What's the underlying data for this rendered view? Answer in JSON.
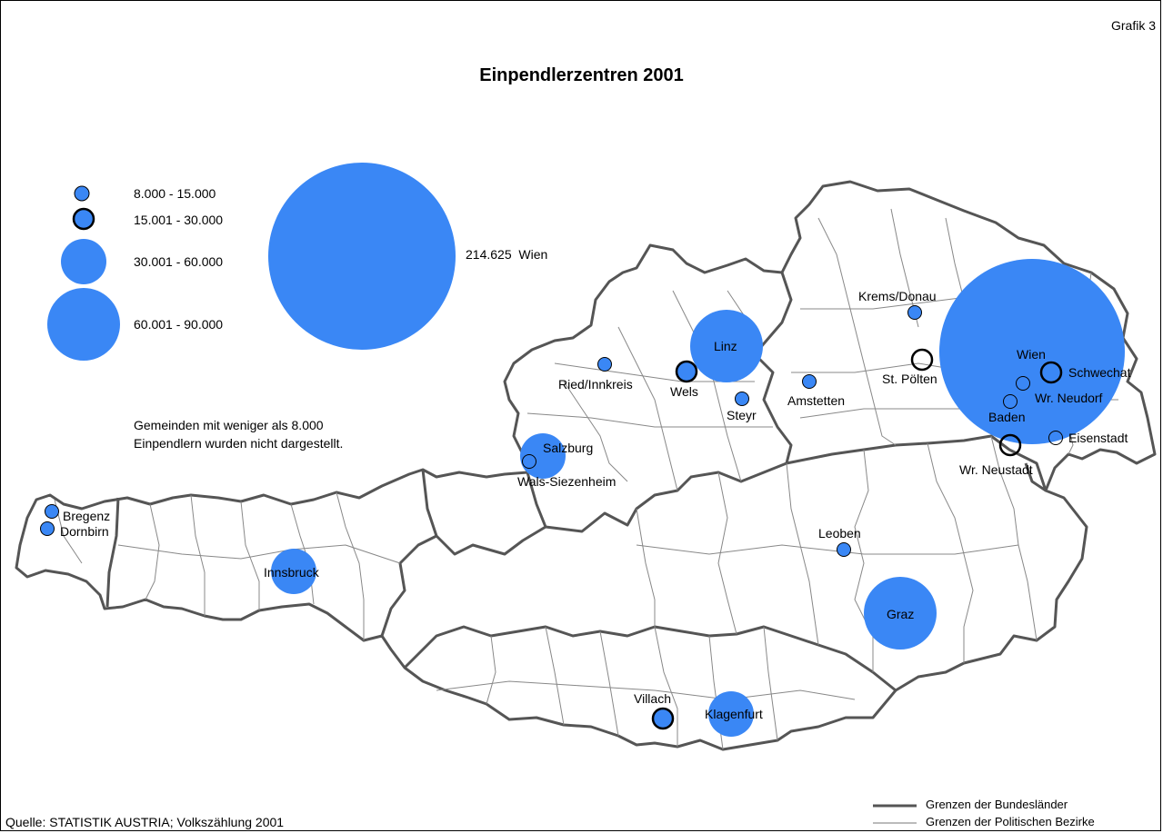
{
  "header": {
    "grafik_label": "Grafik 3",
    "title": "Einpendlerzentren 2001"
  },
  "legend": {
    "classes": [
      {
        "label": "8.000 - 15.000",
        "symbol": "small-circle"
      },
      {
        "label": "15.001 - 30.000",
        "symbol": "small-circle-thick-outline"
      },
      {
        "label": "30.001 - 60.000",
        "symbol": "medium-circle"
      },
      {
        "label": "60.001 - 90.000",
        "symbol": "large-circle"
      }
    ],
    "wien_label": "214.625  Wien",
    "note_line1": "Gemeinden mit weniger als 8.000",
    "note_line2": "Einpendlern wurden nicht dargestellt."
  },
  "boundaries_legend": {
    "bundeslaender": "Grenzen der Bundesländer",
    "bezirke": "Grenzen der Politischen Bezirke"
  },
  "source": "Quelle: STATISTIK AUSTRIA; Volkszählung 2001",
  "colors": {
    "circle_fill": "#3a87f5",
    "boundary": "#555555",
    "district": "#888888"
  },
  "cities": {
    "wien": "Wien",
    "schwechat": "Schwechat",
    "wr_neudorf": "Wr. Neudorf",
    "baden": "Baden",
    "eisenstadt": "Eisenstadt",
    "wr_neustadt": "Wr. Neustadt",
    "krems": "Krems/Donau",
    "st_poelten": "St. Pölten",
    "amstetten": "Amstetten",
    "linz": "Linz",
    "wels": "Wels",
    "steyr": "Steyr",
    "ried": "Ried/Innkreis",
    "salzburg": "Salzburg",
    "wals": "Wals-Siezenheim",
    "bregenz": "Bregenz",
    "dornbirn": "Dornbirn",
    "innsbruck": "Innsbruck",
    "leoben": "Leoben",
    "graz": "Graz",
    "villach": "Villach",
    "klagenfurt": "Klagenfurt"
  }
}
